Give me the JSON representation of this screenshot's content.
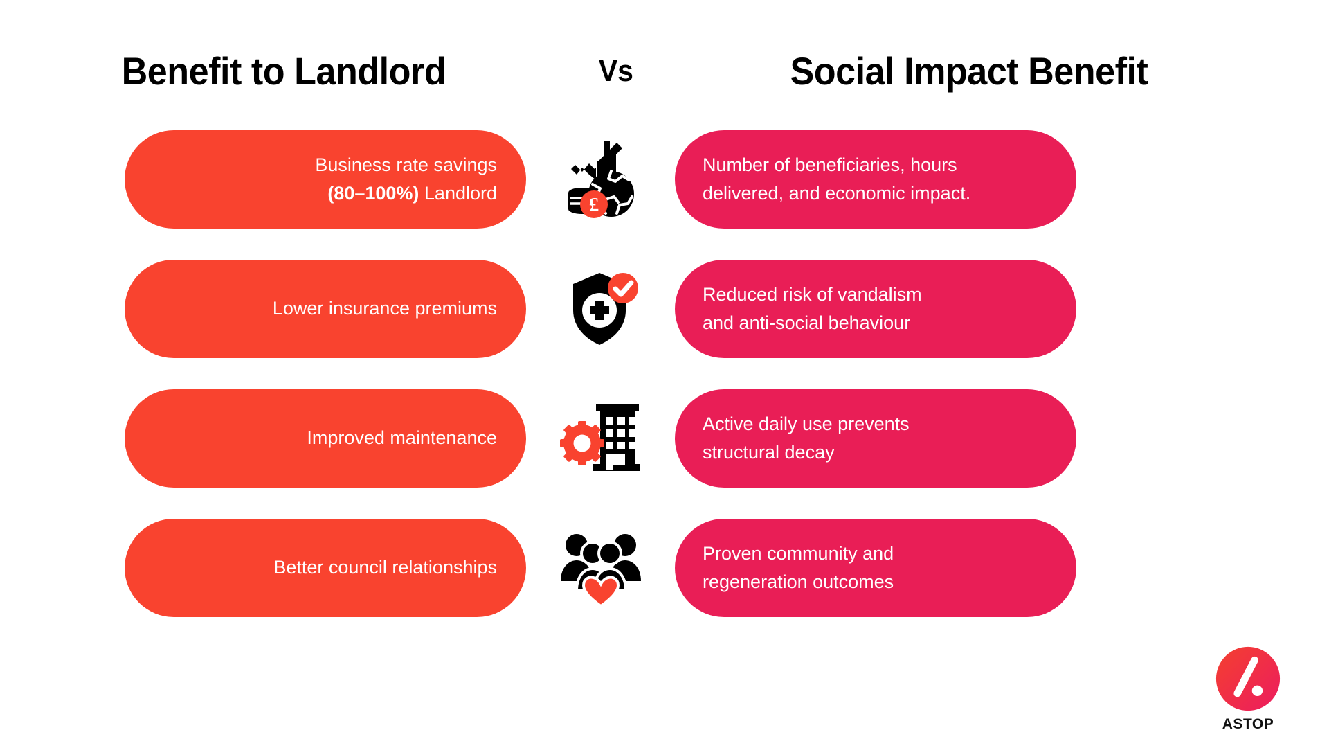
{
  "page": {
    "background_color": "#ffffff",
    "accent_orange": "#f9432f",
    "accent_pink": "#e91e56",
    "icon_black": "#000000"
  },
  "headings": {
    "left": "Benefit to Landlord",
    "middle": "Vs",
    "right": "Social Impact Benefit"
  },
  "rows": [
    {
      "left_line1": "Business rate savings",
      "left_bold": "(80–100%)",
      "left_line2_tail": " Landlord",
      "icon_name": "growth-chart-globe-pound-icon",
      "right_line1": "Number of beneficiaries, hours",
      "right_line2": "delivered, and economic impact."
    },
    {
      "left_line1": "Lower insurance premiums",
      "left_bold": "",
      "left_line2_tail": "",
      "icon_name": "shield-check-plus-icon",
      "right_line1": "Reduced risk of vandalism",
      "right_line2": "and anti-social behaviour"
    },
    {
      "left_line1": "Improved maintenance",
      "left_bold": "",
      "left_line2_tail": "",
      "icon_name": "building-gear-icon",
      "right_line1": "Active daily use prevents",
      "right_line2": "structural decay"
    },
    {
      "left_line1": "Better council relationships",
      "left_bold": "",
      "left_line2_tail": "",
      "icon_name": "people-heart-icon",
      "right_line1": "Proven community and",
      "right_line2": "regeneration outcomes"
    }
  ],
  "logo": {
    "name": "astop-logo",
    "label": "ASTOP",
    "gradient_from": "#f4402f",
    "gradient_to": "#ec1c5f"
  }
}
